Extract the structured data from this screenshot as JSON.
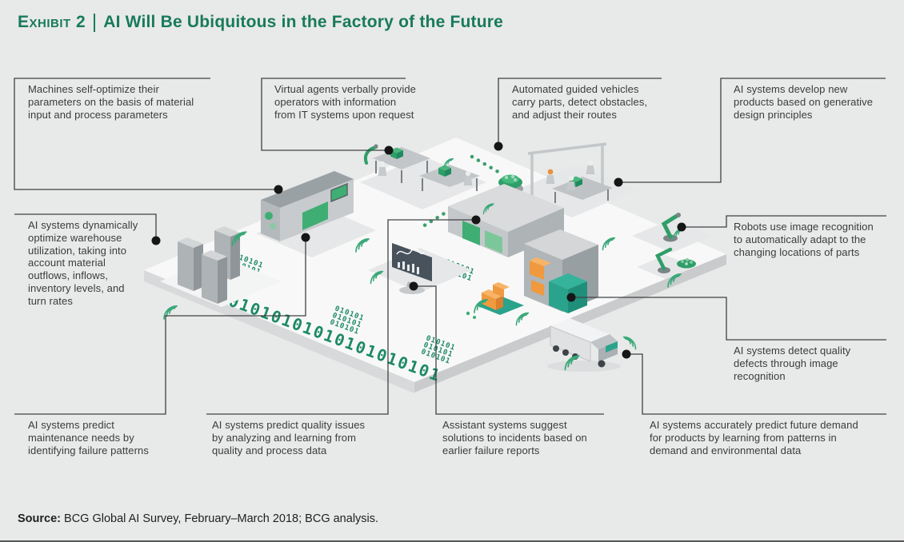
{
  "header": {
    "exhibit_label": "Exhibit 2",
    "title": "AI Will Be Ubiquitous in the Factory of the Future"
  },
  "callouts": [
    {
      "id": "machines-self-optimize",
      "text": "Machines self-optimize their\nparameters on the basis of material\ninput and process parameters"
    },
    {
      "id": "virtual-agents",
      "text": "Virtual agents verbally provide\noperators with information\nfrom IT systems upon request"
    },
    {
      "id": "automated-guided-vehicles",
      "text": "Automated guided vehicles\ncarry parts, detect obstacles,\nand adjust their routes"
    },
    {
      "id": "generative-design",
      "text": "AI systems develop new\nproducts based on generative\ndesign principles"
    },
    {
      "id": "warehouse-optimization",
      "text": "AI systems dynamically\noptimize warehouse\nutilization, taking into\naccount material\noutflows, inflows,\ninventory levels, and\nturn rates"
    },
    {
      "id": "robots-image-recognition",
      "text": "Robots use image recognition\nto automatically adapt to the\nchanging locations of parts"
    },
    {
      "id": "quality-defect-detection",
      "text": "AI systems detect quality\ndefects through image\nrecognition"
    },
    {
      "id": "predictive-maintenance",
      "text": "AI systems predict\nmaintenance needs by\nidentifying failure patterns"
    },
    {
      "id": "quality-prediction",
      "text": "AI systems predict quality issues\nby analyzing and learning from\nquality and process data"
    },
    {
      "id": "assistant-systems",
      "text": "Assistant systems suggest\nsolutions to incidents based on\nearlier failure reports"
    },
    {
      "id": "demand-prediction",
      "text": "AI systems accurately predict future demand\nfor products by learning from patterns in\ndemand and environmental data"
    }
  ],
  "source": {
    "label": "Source:",
    "text": " BCG Global AI Survey, February–March 2018; BCG analysis."
  },
  "illustration": {
    "binary_stream": "0101010101010101010101",
    "binary_small_row": "010101"
  },
  "colors": {
    "title_green": "#187B5B",
    "illustration_green": "#3FAE73",
    "binary_green": "#1D8A64",
    "teal": "#2AA38C",
    "orange": "#F0993F",
    "connector": "#3F4143",
    "background": "#E8E9E9"
  }
}
